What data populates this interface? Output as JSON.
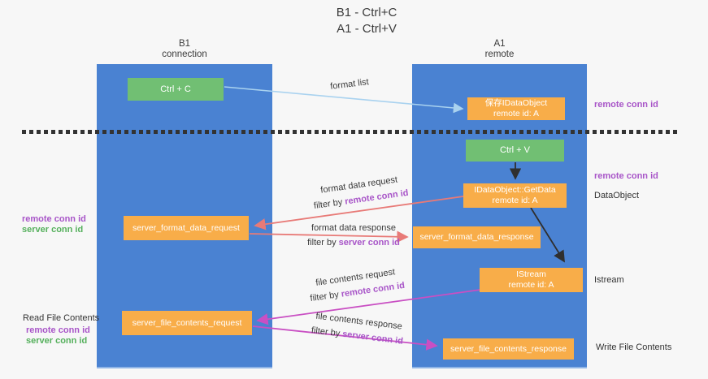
{
  "title": {
    "line1": "B1 - Ctrl+C",
    "line2": "A1 - Ctrl+V"
  },
  "columns": {
    "left": {
      "name": "B1",
      "role": "connection"
    },
    "right": {
      "name": "A1",
      "role": "remote"
    }
  },
  "nodes": {
    "ctrl_c": {
      "label": "Ctrl + C"
    },
    "save_idataobject": {
      "line1": "保存IDataObject",
      "line2": "remote id: A"
    },
    "ctrl_v": {
      "label": "Ctrl + V"
    },
    "getdata": {
      "line1": "IDataObject::GetData",
      "line2": "remote id: A"
    },
    "format_request": {
      "label": "server_format_data_request"
    },
    "format_response": {
      "label": "server_format_data_response"
    },
    "istream": {
      "line1": "IStream",
      "line2": "remote id: A"
    },
    "file_request": {
      "label": "server_file_contents_request"
    },
    "file_response": {
      "label": "server_file_contents_response"
    }
  },
  "messages": {
    "format_list": "format list",
    "format_request": {
      "line1": "format data request",
      "filter_prefix": "filter by",
      "filter_key": "remote conn id"
    },
    "format_response": {
      "line1": "format data response",
      "filter_prefix": "filter by",
      "filter_key": "server conn id"
    },
    "file_request": {
      "line1": "file contents request",
      "filter_prefix": "filter by",
      "filter_key": "remote conn id"
    },
    "file_response": {
      "line1": "file contents response",
      "filter_prefix": "filter by",
      "filter_key": "server conn id"
    }
  },
  "side_labels": {
    "remote_conn_id_top": "remote conn id",
    "remote_conn_id_mid": "remote conn id",
    "dataobject": "DataObject",
    "istream": "Istream",
    "write_file_contents": "Write File Contents",
    "read_file_contents": "Read File Contents",
    "left_format": {
      "remote": "remote conn id",
      "server": "server conn id"
    },
    "left_file": {
      "remote": "remote conn id",
      "server": "server conn id"
    }
  },
  "colors": {
    "column_blue": "#4a82d2",
    "box_green": "#71bf73",
    "box_orange": "#f8ad49",
    "arrow_light_blue": "#a9d2ef",
    "arrow_salmon": "#e87a77",
    "arrow_magenta": "#c94fc3",
    "arrow_black": "#2f2f2f",
    "keyword_purple": "#a855c8",
    "keyword_green": "#55b05c"
  }
}
